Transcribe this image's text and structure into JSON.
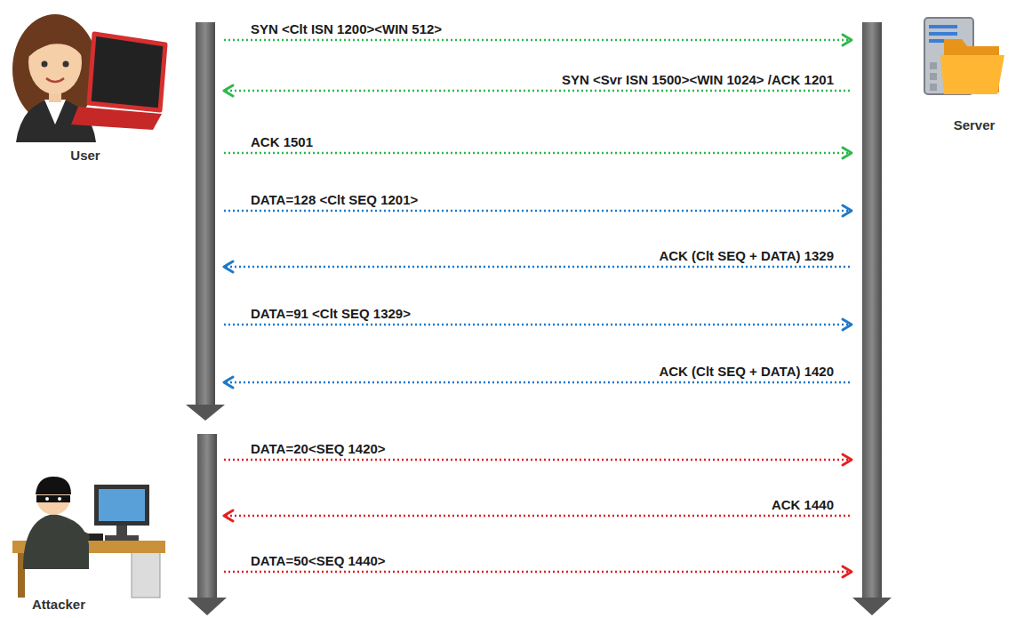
{
  "diagram": {
    "labels": [
      "SYN <Clt ISN 1200><WIN 512>",
      "SYN <Svr ISN 1500><WIN 1024> /ACK 1201",
      "ACK 1501",
      "DATA=128 <Clt SEQ 1201>",
      "ACK (Clt SEQ + DATA) 1329",
      "DATA=91 <Clt SEQ 1329>",
      "ACK (Clt SEQ + DATA) 1420",
      "DATA=20<SEQ 1420>",
      "ACK 1440",
      "DATA=50<SEQ 1440>",
      "User",
      "Server",
      "Attacker"
    ]
  }
}
